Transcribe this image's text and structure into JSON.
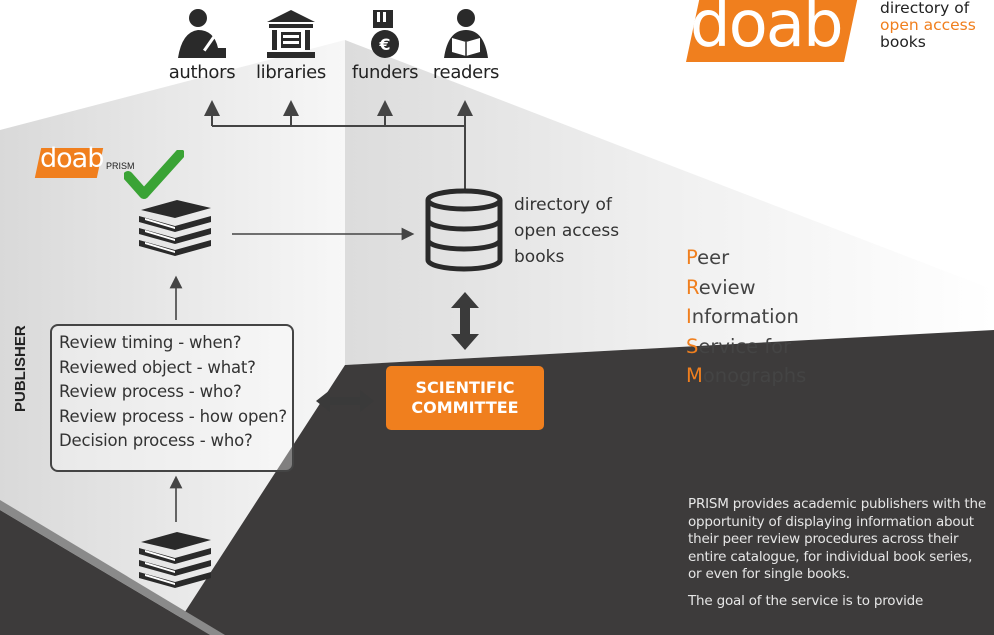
{
  "stakeholders": [
    {
      "label": "authors",
      "icon": "author-writing-icon"
    },
    {
      "label": "libraries",
      "icon": "library-building-icon"
    },
    {
      "label": "funders",
      "icon": "funder-hand-euro-icon"
    },
    {
      "label": "readers",
      "icon": "reader-book-icon"
    }
  ],
  "logo": {
    "word": "doab",
    "tagline": [
      "directory of",
      "open access",
      "books"
    ]
  },
  "mini_logo": {
    "word": "doab",
    "suffix": "PRISM"
  },
  "database": {
    "lines": [
      "directory of",
      "open access",
      "books"
    ]
  },
  "prism_acronym": [
    {
      "initial": "P",
      "rest": "eer"
    },
    {
      "initial": "R",
      "rest": "eview"
    },
    {
      "initial": "I",
      "rest": "nformation"
    },
    {
      "initial": "S",
      "rest": "ervice for"
    },
    {
      "initial": "M",
      "rest": "onographs"
    }
  ],
  "review_questions": [
    "Review timing - when?",
    "Reviewed object - what?",
    "Review process - who?",
    "Review process - how open?",
    "Decision process - who?"
  ],
  "publisher_label": "PUBLISHER",
  "committee": {
    "line1": "SCIENTIFIC",
    "line2": "COMMITTEE"
  },
  "description": [
    "PRISM provides academic publishers with the opportunity of displaying information about their peer review procedures across their entire catalogue, for individual book series, or even for single books.",
    "The goal of the service is to provide"
  ],
  "colors": {
    "accent": "#f07f1e",
    "check": "#3aa335",
    "dark": "#3a3a3a"
  }
}
